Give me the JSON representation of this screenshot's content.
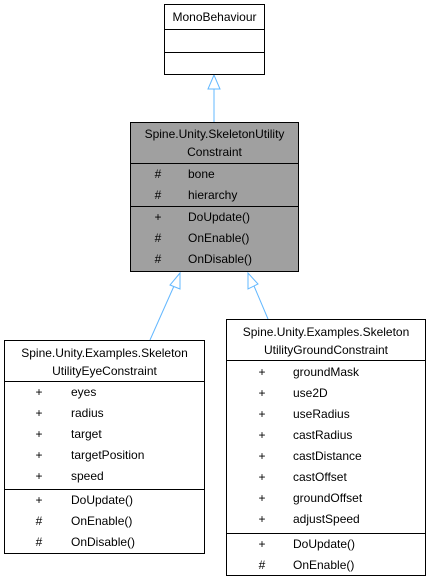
{
  "colors": {
    "edge": "#63b8ff",
    "highlight_fill": "#a0a0a0",
    "border": "#000000"
  },
  "mono": {
    "title": "MonoBehaviour"
  },
  "base": {
    "title_line1": "Spine.Unity.SkeletonUtility",
    "title_line2": "Constraint",
    "attributes": [
      {
        "vis": "#",
        "name": "bone"
      },
      {
        "vis": "#",
        "name": "hierarchy"
      }
    ],
    "methods": [
      {
        "vis": "+",
        "name": "DoUpdate()"
      },
      {
        "vis": "#",
        "name": "OnEnable()"
      },
      {
        "vis": "#",
        "name": "OnDisable()"
      }
    ]
  },
  "eye": {
    "title_line1": "Spine.Unity.Examples.Skeleton",
    "title_line2": "UtilityEyeConstraint",
    "attributes": [
      {
        "vis": "+",
        "name": "eyes"
      },
      {
        "vis": "+",
        "name": "radius"
      },
      {
        "vis": "+",
        "name": "target"
      },
      {
        "vis": "+",
        "name": "targetPosition"
      },
      {
        "vis": "+",
        "name": "speed"
      }
    ],
    "methods": [
      {
        "vis": "+",
        "name": "DoUpdate()"
      },
      {
        "vis": "#",
        "name": "OnEnable()"
      },
      {
        "vis": "#",
        "name": "OnDisable()"
      }
    ]
  },
  "ground": {
    "title_line1": "Spine.Unity.Examples.Skeleton",
    "title_line2": "UtilityGroundConstraint",
    "attributes": [
      {
        "vis": "+",
        "name": "groundMask"
      },
      {
        "vis": "+",
        "name": "use2D"
      },
      {
        "vis": "+",
        "name": "useRadius"
      },
      {
        "vis": "+",
        "name": "castRadius"
      },
      {
        "vis": "+",
        "name": "castDistance"
      },
      {
        "vis": "+",
        "name": "castOffset"
      },
      {
        "vis": "+",
        "name": "groundOffset"
      },
      {
        "vis": "+",
        "name": "adjustSpeed"
      }
    ],
    "methods": [
      {
        "vis": "+",
        "name": "DoUpdate()"
      },
      {
        "vis": "#",
        "name": "OnEnable()"
      }
    ]
  }
}
